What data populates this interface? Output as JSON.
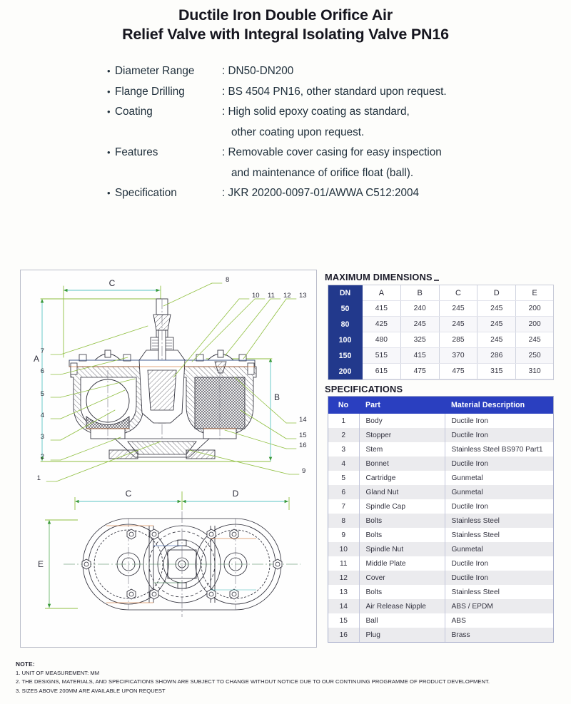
{
  "title": {
    "line1": "Ductile Iron Double Orifice Air",
    "line2": "Relief Valve with Integral Isolating Valve PN16"
  },
  "intro_specs": [
    {
      "label": "Diameter Range",
      "value": ": DN50-DN200",
      "cont": null
    },
    {
      "label": "Flange Drilling",
      "value": ": BS 4504 PN16, other standard upon request.",
      "cont": null
    },
    {
      "label": "Coating",
      "value": ": High solid epoxy coating as standard,",
      "cont": "other coating upon request."
    },
    {
      "label": "Features",
      "value": ": Removable cover casing for easy inspection",
      "cont": "and maintenance of orifice float (ball)."
    },
    {
      "label": "Specification",
      "value": ": JKR 20200-0097-01/AWWA C512:2004",
      "cont": null
    }
  ],
  "bullet_glyph": "•",
  "dimensions": {
    "title": "MAXIMUM DIMENSIONS",
    "columns": [
      "DN",
      "A",
      "B",
      "C",
      "D",
      "E"
    ],
    "rows": [
      [
        "50",
        "415",
        "240",
        "245",
        "245",
        "200"
      ],
      [
        "80",
        "425",
        "245",
        "245",
        "245",
        "200"
      ],
      [
        "100",
        "480",
        "325",
        "285",
        "245",
        "245"
      ],
      [
        "150",
        "515",
        "415",
        "370",
        "286",
        "250"
      ],
      [
        "200",
        "615",
        "475",
        "475",
        "315",
        "310"
      ]
    ]
  },
  "specifications": {
    "title": "SPECIFICATIONS",
    "columns": [
      "No",
      "Part",
      "Material Description"
    ],
    "rows": [
      [
        "1",
        "Body",
        "Ductile Iron"
      ],
      [
        "2",
        "Stopper",
        "Ductile Iron"
      ],
      [
        "3",
        "Stem",
        "Stainless Steel BS970 Part1"
      ],
      [
        "4",
        "Bonnet",
        "Ductile Iron"
      ],
      [
        "5",
        "Cartridge",
        "Gunmetal"
      ],
      [
        "6",
        "Gland Nut",
        "Gunmetal"
      ],
      [
        "7",
        "Spindle Cap",
        "Ductile Iron"
      ],
      [
        "8",
        "Bolts",
        "Stainless Steel"
      ],
      [
        "9",
        "Bolts",
        "Stainless Steel"
      ],
      [
        "10",
        "Spindle Nut",
        "Gunmetal"
      ],
      [
        "11",
        "Middle Plate",
        "Ductile Iron"
      ],
      [
        "12",
        "Cover",
        "Ductile Iron"
      ],
      [
        "13",
        "Bolts",
        "Stainless Steel"
      ],
      [
        "14",
        "Air Release Nipple",
        "ABS / EPDM"
      ],
      [
        "15",
        "Ball",
        "ABS"
      ],
      [
        "16",
        "Plug",
        "Brass"
      ]
    ]
  },
  "drawing": {
    "section_view_dimensions": [
      "A",
      "B",
      "C"
    ],
    "plan_view_dimensions": [
      "C",
      "D",
      "E"
    ],
    "callouts_left": [
      "7",
      "6",
      "5",
      "4",
      "3",
      "2",
      "1"
    ],
    "callouts_top_right": [
      "10",
      "11",
      "12",
      "13"
    ],
    "callout_top_center": "8",
    "callouts_right": [
      "14",
      "15",
      "16",
      "9"
    ]
  },
  "notes": {
    "heading": "NOTE:",
    "items": [
      "1. UNIT OF MEASUREMENT: MM",
      "2. THE DESIGNS, MATERIALS, AND SPECIFICATIONS SHOWN ARE SUBJECT TO CHANGE WITHOUT NOTICE DUE TO OUR CONTINUING PROGRAMME OF PRODUCT DEVELOPMENT.",
      "3. SIZES ABOVE 200MM ARE AVAILABLE UPON REQUEST"
    ]
  },
  "colors": {
    "dn_header_blue": "#22398c",
    "spec_header_blue": "#2a3fc0",
    "row_stripe": "#ebebee",
    "text": "#32323f"
  }
}
